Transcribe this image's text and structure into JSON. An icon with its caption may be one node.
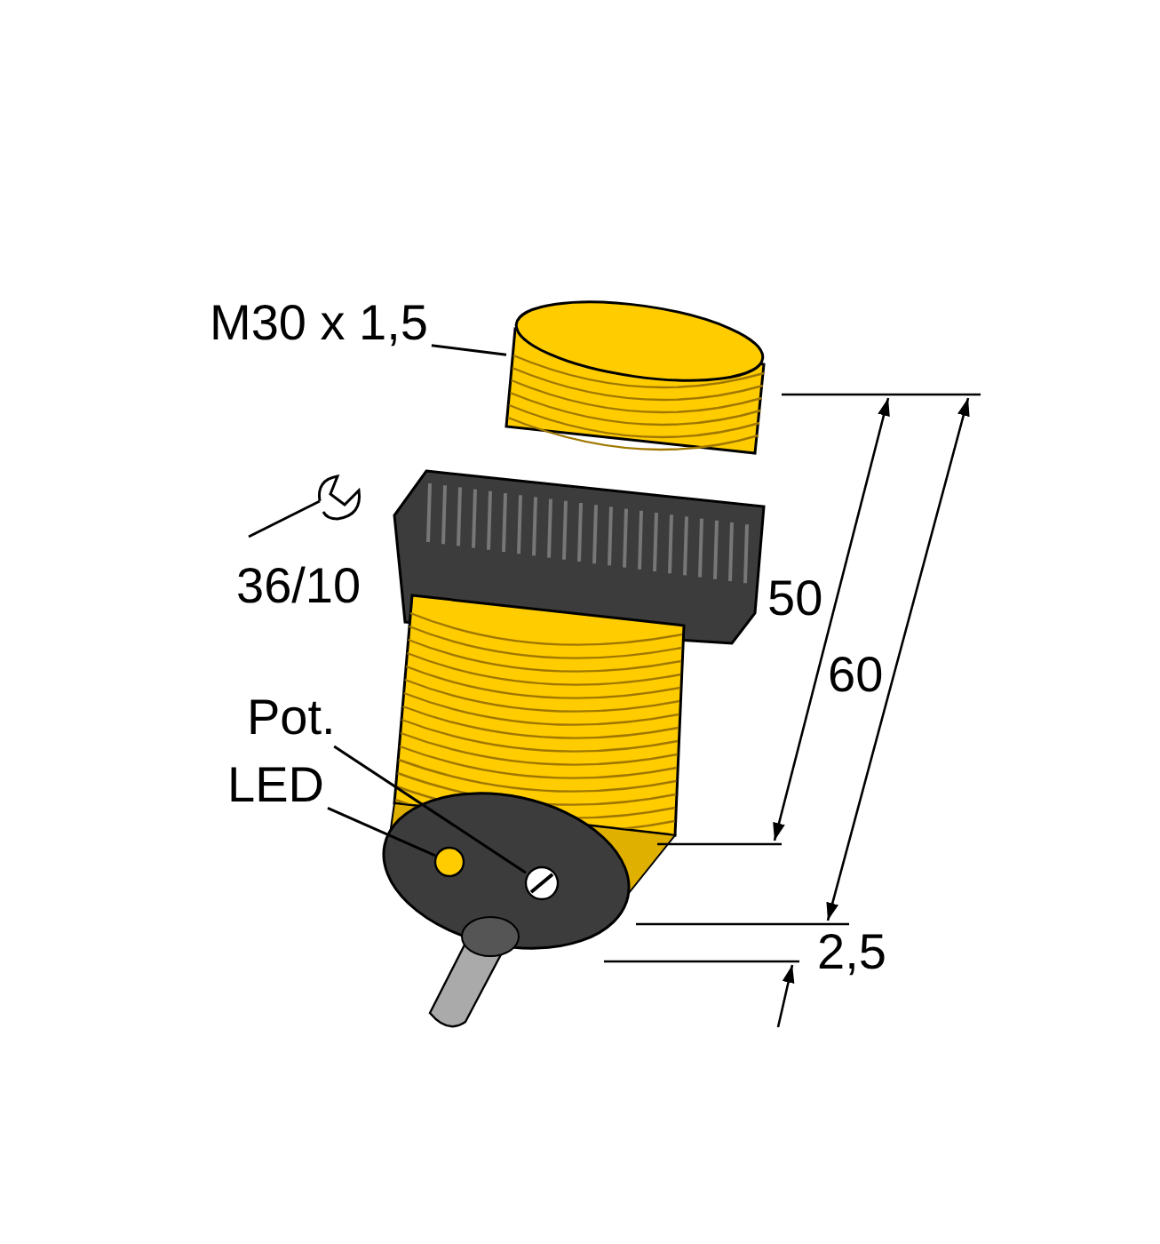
{
  "diagram": {
    "nodes": [
      {
        "text": [
          "M30 x 1,5"
        ]
      },
      {
        "text": [],
        "shape": "picture"
      },
      {
        "text": [
          "Pot."
        ]
      },
      {
        "text": [],
        "shape": "circle"
      },
      {
        "text": [
          "LED"
        ]
      },
      {
        "text": [],
        "shape": "circle"
      }
    ],
    "edges": [
      {
        "from": 0,
        "to": 1,
        "arrow": "none"
      },
      {
        "from": 2,
        "to": 3,
        "arrow": "none"
      },
      {
        "from": 4,
        "to": 5,
        "arrow": "none"
      }
    ],
    "labels": [
      "36/10",
      "50",
      "60",
      "2,5"
    ]
  }
}
